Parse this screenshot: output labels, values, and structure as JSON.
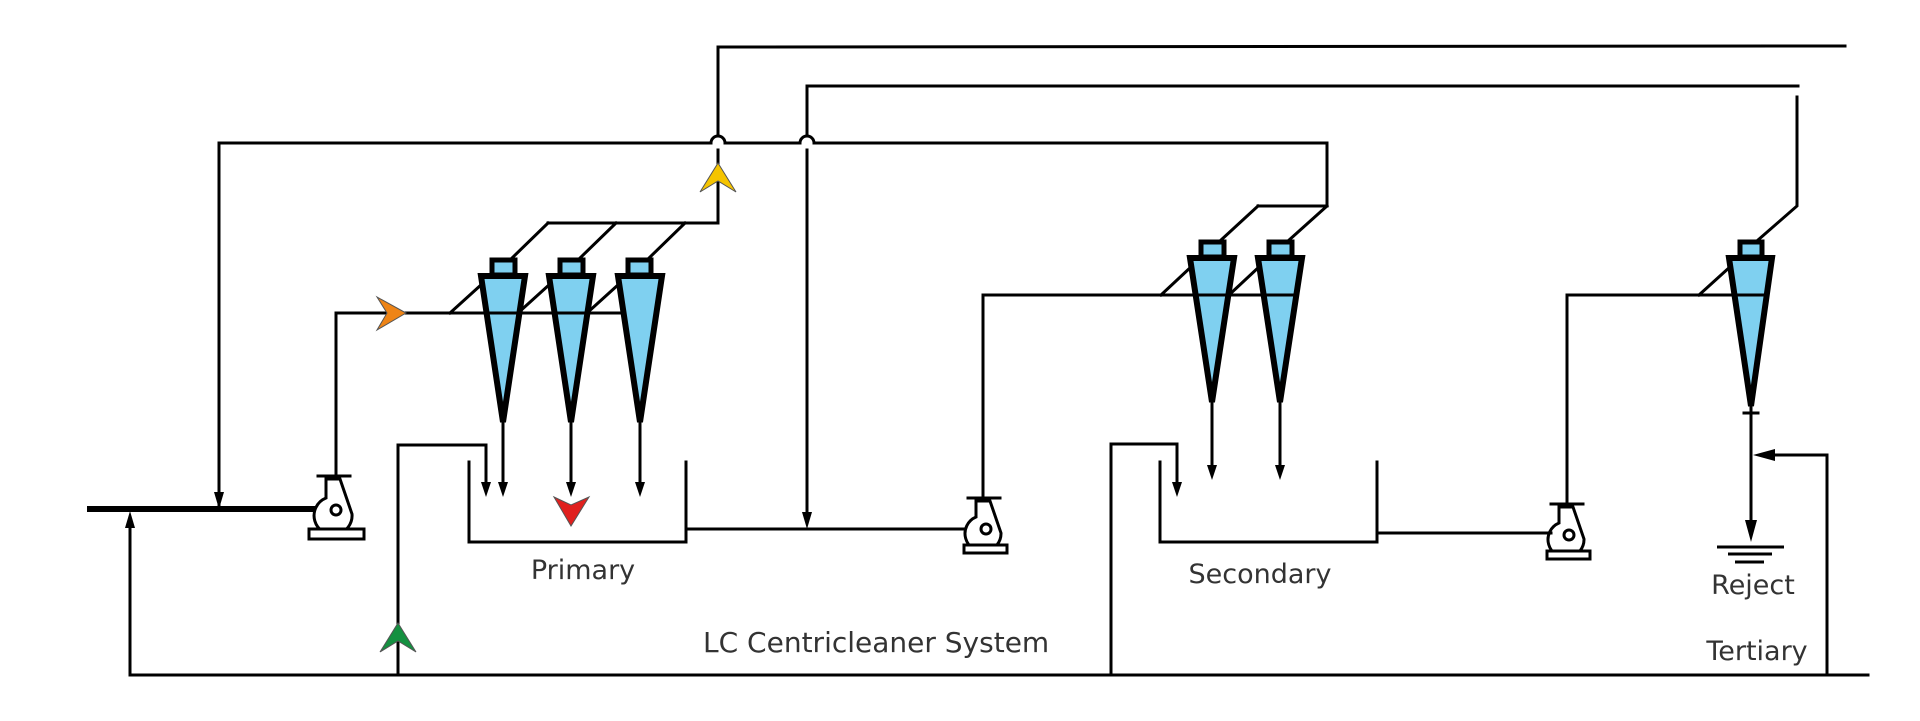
{
  "diagram": {
    "title": "LC Centricleaner System",
    "stages": [
      {
        "id": "primary",
        "label": "Primary",
        "cyclone_count": 3
      },
      {
        "id": "secondary",
        "label": "Secondary",
        "cyclone_count": 2
      },
      {
        "id": "tertiary",
        "label": "Tertiary",
        "cyclone_count": 1
      }
    ],
    "reject_label": "Reject",
    "colors": {
      "cyclone_fill": "#7fd0f0",
      "line": "#000000",
      "text": "#333333",
      "feed_arrow": "#ee8416",
      "accept_arrow": "#f5c400",
      "reject_arrow": "#e0201e",
      "dilution_arrow": "#149040"
    },
    "flow_markers": [
      {
        "name": "feed-arrow",
        "color": "orange",
        "direction": "right"
      },
      {
        "name": "accept-arrow",
        "color": "yellow",
        "direction": "up"
      },
      {
        "name": "reject-arrow",
        "color": "red",
        "direction": "down"
      },
      {
        "name": "dilution-arrow",
        "color": "green",
        "direction": "up"
      }
    ],
    "components": {
      "pumps": 3,
      "tanks": 2,
      "cyclones": 6
    }
  }
}
